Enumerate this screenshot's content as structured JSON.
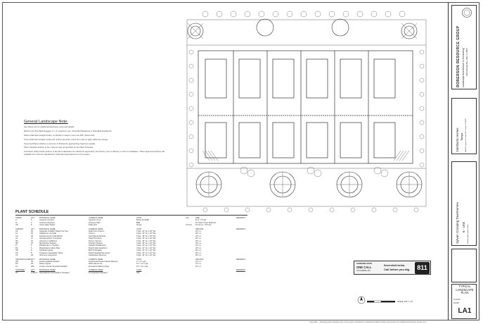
{
  "notes": {
    "title": "General Landscape Note:",
    "items": [
      "See Sheet LA2 for additional landscape notes and details",
      "Mulch to be Pine Bark Nuggets, 3\" x 3\" maximum size, Shredded Melaleuca or Shredded Eucalyptus",
      "Palms shall have straight trunks, no brands or seams. (see note #3A, Sheet LA2)",
      "Trees shall have straight trunks and uniform structure, full at form with no gaps within the canopy.",
      "Trees and Palms shall be a minimum of Florida #1, approaching Specimen quality.",
      "Plant materials shall be to the minimum size as specified on the Plant Schedule.",
      "Contractor shall provide pictures of all plant materials to be utilized for approval by the Owner, prior to delivery on site for installation. Those approved pictures will establish the minimum standards for final plant types/pictures for the project."
    ]
  },
  "schedule": {
    "title": "PLANT SCHEDULE",
    "groups": [
      {
        "header": [
          "TREES",
          "QTY",
          "BOTANICAL NAME",
          "COMMON NAME",
          "CONT",
          "CAL",
          "SIZE",
          "REMARKS"
        ],
        "rows": [
          [
            "LI",
            "5",
            "Ligustrum lucidum",
            "Ligustrum Tree",
            "Boxite Pot B&B",
            "",
            "8' Ht. x 8' Spr.",
            ""
          ],
          [
            "LL",
            "4",
            "Livistona decipiens",
            "Livistona Palm",
            "B&B",
            "",
            "10' Clear Trunk, Matched",
            ""
          ],
          [
            "UP",
            "8",
            "Ulmus alata 'Drake'",
            "Drake Elm",
            "45 gal",
            "3.0\"Cal",
            "10'-12' Ht., 5'-6' Spr.",
            ""
          ]
        ]
      },
      {
        "header": [
          "SHRUBS",
          "QTY",
          "BOTANICAL NAME",
          "COMMON NAME",
          "CONT",
          "",
          "SPACING",
          "REMARKS"
        ],
        "rows": [
          [
            "AF",
            "94",
            "Asclepias 'Goldfish' Dwarf Fire Tree",
            "Dwarf Fire Popcorn",
            "3 Gal., 24\" Ht. x 18\" Spr.",
            "",
            "24\" o.c.",
            ""
          ],
          [
            "CL",
            "60",
            "Callistemon viminalis",
            "Crinum",
            "3 Gal., 24\" Ht. x 24\" Spr.",
            "",
            "30\" o.c.",
            ""
          ],
          [
            "CS",
            "48",
            "Duranta erecta 'Gold Mound'",
            "Gold Mound Duranta",
            "3 Gal., 18\" Ht. x 18\" Spr.",
            "",
            "24\" o.c.",
            ""
          ],
          [
            "HJ",
            "12",
            "Hamelia patens 'Compacta'",
            "Dwarf Fire Bush",
            "3 Gal., 24\" Ht. x 24\" Spr.",
            "",
            "30\" o.c.",
            ""
          ],
          [
            "JM",
            "24",
            "Jasminum multiflorum",
            "Downy Jasmine",
            "3 Gal., 18\" Ht. x 18\" Spr.",
            "",
            "30\" o.c.",
            ""
          ],
          [
            "MP",
            "20",
            "Myrcianthes fragrans",
            "Simpson Stopper",
            "3 Gal., 30\" Ht. x 24\" Spr.",
            "",
            "30\" o.c.",
            ""
          ],
          [
            "PI",
            "6",
            "Philodendron x 'Xanadu'",
            "Xanadu Philodendron",
            "3 Gal., 24\" Ht. x 24\" Spr.",
            "",
            "24\" o.c.",
            ""
          ],
          [
            "RA",
            "6",
            "Rhaphiolepis indica 'Alba'",
            "Dwarf Indian Hawthorn",
            "3 Gal., 24\" Ht. x 24\" Spr.",
            "",
            "30\" o.c.",
            ""
          ],
          [
            "SB",
            "8",
            "Strelitzia reginae",
            "Bird Of Paradise",
            "3 Gal., 24\" Ht. x 24\" Spr.",
            "",
            "30\" o.c.",
            ""
          ],
          [
            "TD",
            "8",
            "Tripsacum dactyloides 'Nana'",
            "Dwarf Fakahatchee Grass",
            "3 Gal., 24\" Ht. x 24\" Spr.",
            "",
            "30\" o.c.",
            ""
          ],
          [
            "VS",
            "28",
            "Viburnum suspensum",
            "Sandankwa Viburnum",
            "3 Gal., 30\" Ht. x 24\" Spr.",
            "",
            "30\" o.c.",
            ""
          ]
        ]
      },
      {
        "header": [
          "GROUND COVERS",
          "QTY",
          "BOTANICAL NAME",
          "COMMON NAME",
          "CONT",
          "",
          "SPACING",
          "REMARKS"
        ],
        "rows": [
          [
            "AB",
            "36",
            "Arachis glabrata 'Ecoturf'",
            "Ornamental Peanut Simple Reserve",
            "4\" x 4\" / gal",
            "",
            "12\" o.c.",
            ""
          ],
          [
            "DV",
            "40",
            "Dietes vegeta",
            "White African Iris",
            "14\" x 14\" / gal",
            "",
            "24\" o.c.",
            ""
          ],
          [
            "LZ",
            "186",
            "Liriope muscari 'Emerald Goddess'",
            "Emerald Goddess Liriope",
            "14\" x 14\" / gal",
            "",
            "18\" o.c.",
            ""
          ]
        ]
      },
      {
        "header": [
          "SOD/SEED",
          "QTY",
          "BOTANICAL NAME",
          "COMMON NAME",
          "CONT",
          "",
          "",
          "REMARKS"
        ],
        "rows": [
          [
            "ST",
            "1,952 sf",
            "Stenotaphrum secundatum 'Floratam'",
            "St. Augustine 'Floratam'",
            "sod",
            "",
            "",
            ""
          ]
        ]
      }
    ]
  },
  "title_block": {
    "firm_name": "ROBERSON RESOURCE GROUP",
    "firm_tagline": "Landscape Architecture & Consulting",
    "firm_address": "4030 Fishhawk Blvd, Lithia, FL 33547",
    "client_name": "CalAtlantic Homes",
    "client_city": "Tampa",
    "client_address": "4600 W. Cypress St. Suite 200, Tampa, FL 33607",
    "project_name": "Sylvan Crossing Townhomes",
    "project_subtitle": "6 - Unit",
    "project_location": "Hillsborough County, Florida",
    "sheet_title": "TYPICAL LANDSCAPE PLAN",
    "sheet_number": "LA1",
    "date": "10-12-16",
    "project_no": "16-018"
  },
  "call811": {
    "state": "SUNSHINE STATE",
    "brand": "ONE CALL",
    "of": "OF FLORIDA, INC.",
    "line1": "Know what's below.",
    "line2": "Call before you dig.",
    "number": "811"
  },
  "scale": {
    "label": "SCALE: 1/8\" = 1'-0\""
  },
  "copyright": "Copyright — Drawings and concepts may not be used, reproduced or distributed without written permission from Roberson Resource Group, LLC",
  "colors": {
    "ink": "#222222",
    "lines": "#555555",
    "paper": "#ffffff"
  }
}
